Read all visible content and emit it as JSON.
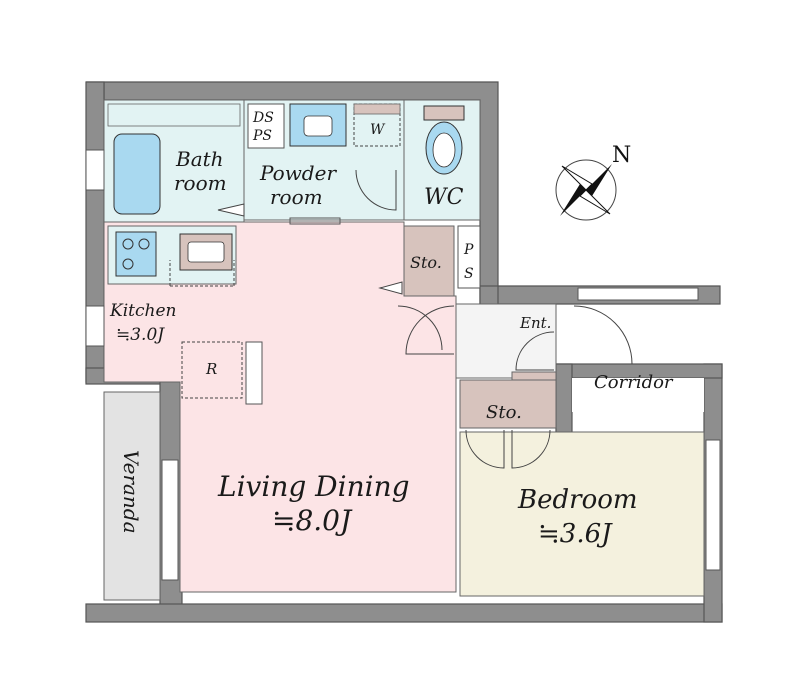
{
  "rooms": {
    "bath": {
      "line1": "Bath",
      "line2": "room"
    },
    "powder": {
      "line1": "Powder",
      "line2": "room"
    },
    "dsps": {
      "line1": "DS",
      "line2": "PS"
    },
    "washer": "W",
    "wc": "WC",
    "storage_top": "Sto.",
    "ps": {
      "line1": "P",
      "line2": "S"
    },
    "kitchen": {
      "name": "Kitchen",
      "size": "≒3.0J"
    },
    "fridge": "R",
    "living": {
      "name": "Living Dining",
      "size": "≒8.0J"
    },
    "entrance": "Ent.",
    "corridor": "Corridor",
    "storage_bed": "Sto.",
    "bedroom": {
      "name": "Bedroom",
      "size": "≒3.6J"
    },
    "veranda": "Veranda"
  },
  "compass": {
    "north": "N"
  },
  "colors": {
    "living": "#fce4e6",
    "wet": "#e2f3f3",
    "bedroom": "#f4f1de",
    "storage": "#d7c3bd",
    "fixture": "#a9d9f0",
    "wall": "#8e8e8e",
    "veranda": "#e3e3e3"
  }
}
